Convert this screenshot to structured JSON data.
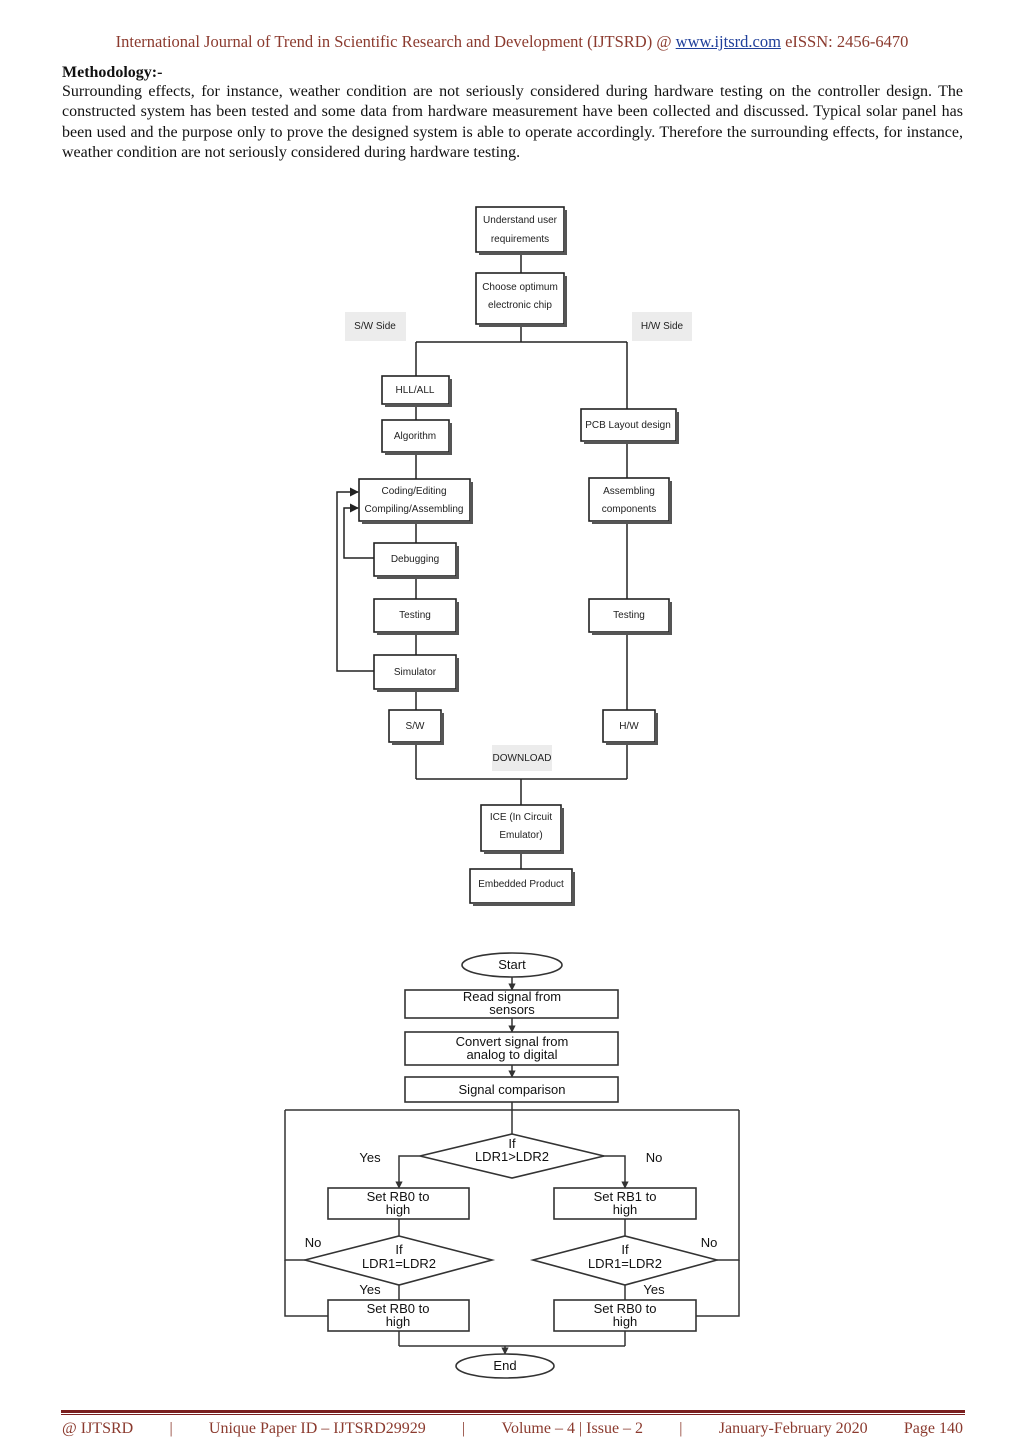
{
  "header": {
    "journal": "International Journal of Trend in Scientific Research and Development (IJTSRD) @",
    "url": "www.ijtsrd.com",
    "issn": "eISSN: 2456-6470"
  },
  "section": {
    "title": "Methodology:-",
    "paragraph": "Surrounding effects, for instance, weather condition are not seriously considered during hardware testing on the controller design. The constructed system has been tested and some data from hardware measurement have been collected and discussed. Typical solar panel has been used and the purpose only to prove the designed system is able to operate accordingly. Therefore the surrounding effects, for instance, weather condition are not seriously considered during hardware testing."
  },
  "diagram1": {
    "understand_1": "Understand user",
    "understand_2": "requirements",
    "choose_1": "Choose optimum",
    "choose_2": "electronic chip",
    "sw_side": "S/W Side",
    "hw_side": "H/W Side",
    "hll": "HLL/ALL",
    "algorithm": "Algorithm",
    "coding_1": "Coding/Editing",
    "coding_2": "Compiling/Assembling",
    "debugging": "Debugging",
    "testing_sw": "Testing",
    "simulator": "Simulator",
    "sw": "S/W",
    "pcb": "PCB Layout design",
    "assembling_1": "Assembling",
    "assembling_2": "components",
    "testing_hw": "Testing",
    "hw": "H/W",
    "download": "DOWNLOAD",
    "ice_1": "ICE (In Circuit",
    "ice_2": "Emulator)",
    "embedded": "Embedded Product"
  },
  "diagram2": {
    "start": "Start",
    "read_1": "Read signal from",
    "read_2": "sensors",
    "convert_1": "Convert signal from",
    "convert_2": "analog to digital",
    "compare": "Signal comparison",
    "if1_1": "If",
    "if1_2": "LDR1>LDR2",
    "yes_top": "Yes",
    "no_top": "No",
    "rb0_1": "Set RB0 to",
    "rb0_2": "high",
    "rb1_1": "Set RB1 to",
    "rb1_2": "high",
    "ifl_1": "If",
    "ifl_2": "LDR1=LDR2",
    "ifr_1": "If",
    "ifr_2": "LDR1=LDR2",
    "no_left": "No",
    "no_right": "No",
    "yes_left": "Yes",
    "yes_right": "Yes",
    "rb0b_1": "Set RB0 to",
    "rb0b_2": "high",
    "rb0c_1": "Set RB0 to",
    "rb0c_2": "high",
    "end": "End"
  },
  "footer": {
    "org": "@ IJTSRD",
    "sep": "|",
    "paper_id": "Unique Paper ID – IJTSRD29929",
    "volume": "Volume – 4 | Issue – 2",
    "date": "January-February 2020",
    "page": "Page 140"
  }
}
